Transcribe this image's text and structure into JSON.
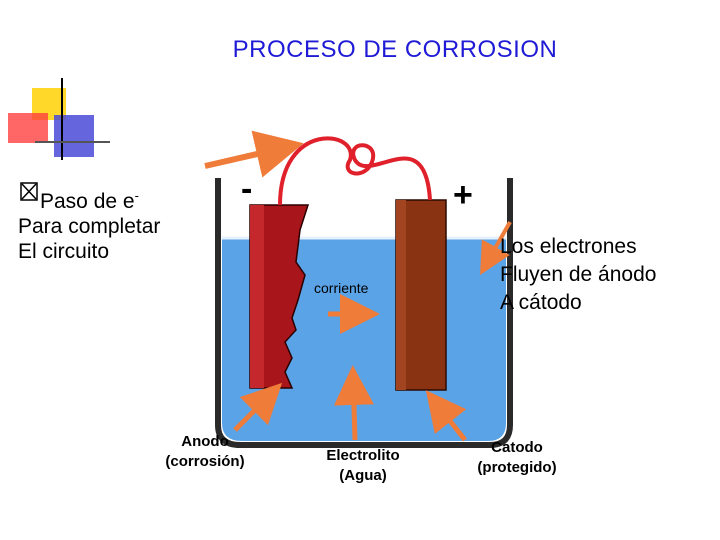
{
  "title": "PROCESO DE CORROSION",
  "left_note": {
    "line1": "Paso de e",
    "sup": "-",
    "line2": "Para completar",
    "line3": "El circuito"
  },
  "right_note": {
    "line1": "Los electrones",
    "line2": "Fluyen de ánodo",
    "line3": "A cátodo"
  },
  "labels": {
    "current": "corriente",
    "minus": "-",
    "plus": "+",
    "anode": "Anodo\n(corrosión)",
    "electrolyte": "Electrolito\n(Agua)",
    "cathode": "Catodo\n(protegido)"
  },
  "colors": {
    "title": "#1f1ad6",
    "arrow": "#f07c3a",
    "wire": "#e0202a",
    "anode": "#a8161b",
    "cathode": "#8a3313",
    "water": "#5aa3e6",
    "beaker": "#2a2a2a"
  },
  "icons": [
    "decor-squares-icon",
    "checkbox-bullet-icon"
  ]
}
